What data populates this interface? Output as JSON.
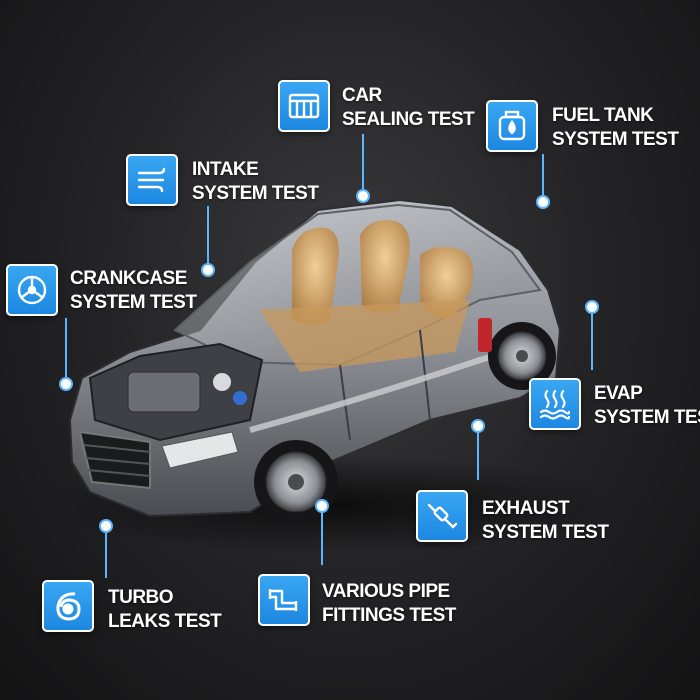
{
  "callouts": [
    {
      "id": "car-sealing",
      "icon": "car-window-icon",
      "line1": "CAR",
      "line2": "SEALING TEST"
    },
    {
      "id": "fuel-tank",
      "icon": "fuel-can-icon",
      "line1": "FUEL TANK",
      "line2": "SYSTEM TEST"
    },
    {
      "id": "intake",
      "icon": "air-flow-icon",
      "line1": "INTAKE",
      "line2": "SYSTEM TEST"
    },
    {
      "id": "crankcase",
      "icon": "crankshaft-icon",
      "line1": "CRANKCASE",
      "line2": "SYSTEM TEST"
    },
    {
      "id": "evap",
      "icon": "evaporation-icon",
      "line1": "EVAP",
      "line2": "SYSTEM TEST"
    },
    {
      "id": "exhaust",
      "icon": "exhaust-pipe-icon",
      "line1": "EXHAUST",
      "line2": "SYSTEM TEST"
    },
    {
      "id": "turbo",
      "icon": "turbo-icon",
      "line1": "TURBO",
      "line2": "LEAKS TEST"
    },
    {
      "id": "pipe-fittings",
      "icon": "pipe-fitting-icon",
      "line1": "VARIOUS PIPE",
      "line2": "FITTINGS TEST"
    }
  ],
  "colors": {
    "accent": "#1c86e0",
    "leader": "#5bb6ff",
    "body_paint": "#8e9197"
  }
}
